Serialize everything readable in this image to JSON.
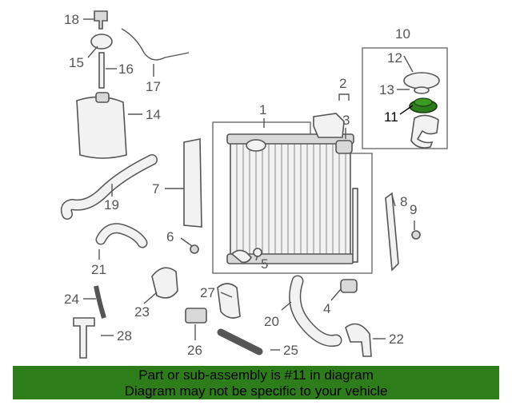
{
  "diagram": {
    "callouts": [
      "1",
      "2",
      "3",
      "4",
      "5",
      "6",
      "7",
      "8",
      "9",
      "10",
      "11",
      "12",
      "13",
      "14",
      "15",
      "16",
      "17",
      "18",
      "19",
      "20",
      "21",
      "22",
      "23",
      "24",
      "25",
      "26",
      "27",
      "28"
    ],
    "highlighted_part": "11",
    "highlight_color": "#2e7d1b"
  },
  "footer": {
    "line1": "Part or sub-assembly is #11 in diagram",
    "line2": "Diagram may not be specific to your vehicle",
    "background": "#2e7d1b"
  }
}
